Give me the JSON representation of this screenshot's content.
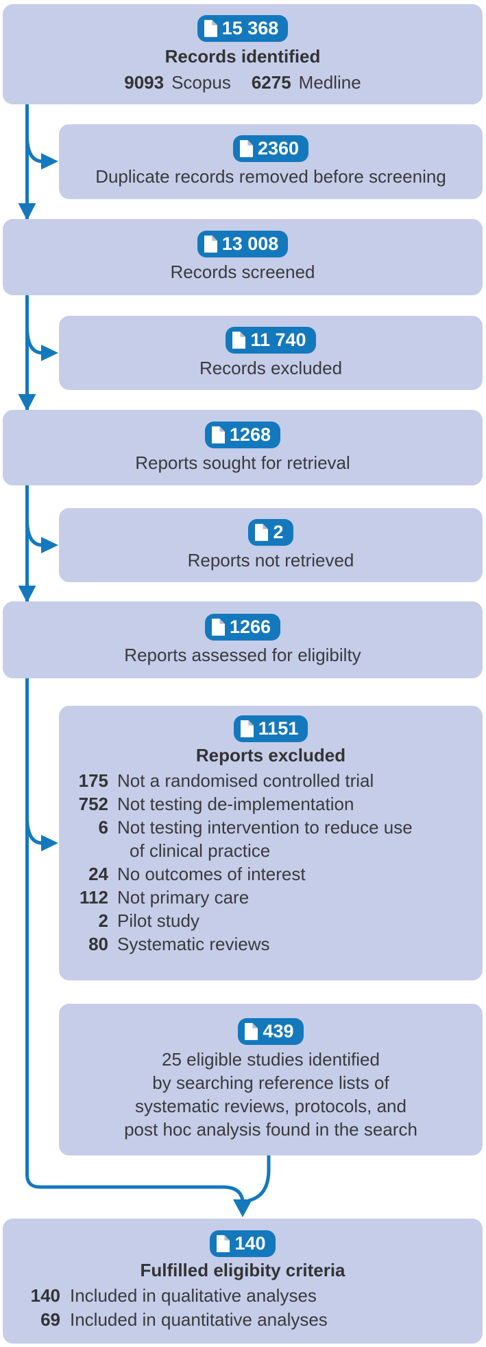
{
  "colors": {
    "box_fill": "#c5cde9",
    "accent_blue": "#1478bd",
    "text": "#3a3a3a",
    "badge_text": "#ffffff",
    "doc_fold_gray": "#b6bdc9",
    "background": "#ffffff"
  },
  "flow": {
    "identified": {
      "badge": "15 368",
      "title": "Records identified",
      "sources": [
        {
          "value": "9093",
          "label": "Scopus"
        },
        {
          "value": "6275",
          "label": "Medline"
        }
      ]
    },
    "duplicates_removed": {
      "badge": "2360",
      "text": "Duplicate records removed before screening"
    },
    "screened": {
      "badge": "13 008",
      "text": "Records screened"
    },
    "records_excluded": {
      "badge": "11 740",
      "text": "Records excluded"
    },
    "sought": {
      "badge": "1268",
      "text": "Reports sought for retrieval"
    },
    "not_retrieved": {
      "badge": "2",
      "text": "Reports not retrieved"
    },
    "assessed": {
      "badge": "1266",
      "text": "Reports assessed for eligibilty"
    },
    "reports_excluded": {
      "badge": "1151",
      "title": "Reports excluded",
      "reasons": [
        {
          "value": "175",
          "label": "Not a randomised controlled trial"
        },
        {
          "value": "752",
          "label": "Not testing de-implementation"
        },
        {
          "value": "6",
          "label": "Not testing intervention to reduce use",
          "label2": "of clinical practice"
        },
        {
          "value": "24",
          "label": "No outcomes of interest"
        },
        {
          "value": "112",
          "label": "Not primary care"
        },
        {
          "value": "2",
          "label": "Pilot study"
        },
        {
          "value": "80",
          "label": "Systematic reviews"
        }
      ]
    },
    "reference_search": {
      "badge": "439",
      "lines": [
        "25 eligible studies identified",
        "by searching reference lists of",
        "systematic reviews, protocols, and",
        "post hoc analysis found in the search"
      ]
    },
    "fulfilled": {
      "badge": "140",
      "title": "Fulfilled eligibity criteria",
      "rows": [
        {
          "value": "140",
          "label": "Included in qualitative analyses"
        },
        {
          "value": "69",
          "label": "Included in quantitative analyses"
        }
      ]
    }
  }
}
